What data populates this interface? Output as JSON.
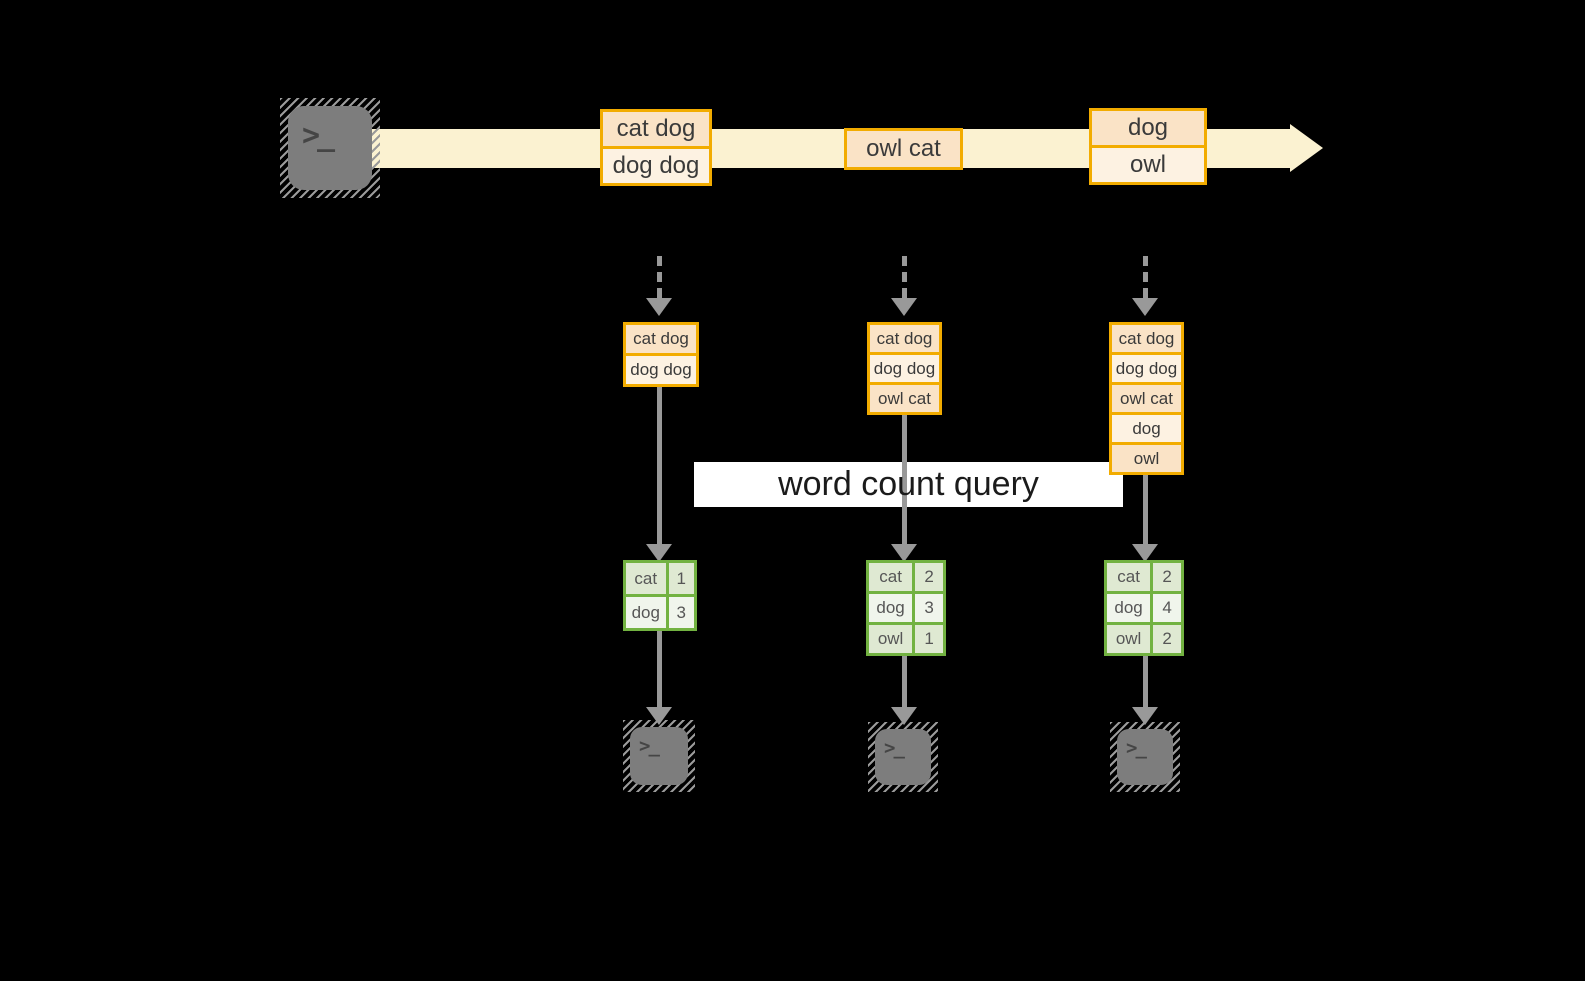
{
  "query_label": "word count query",
  "terminal_prompt": ">_",
  "stream": {
    "events": [
      {
        "lines": [
          "cat dog",
          "dog dog"
        ]
      },
      {
        "lines": [
          "owl cat"
        ]
      },
      {
        "lines": [
          "dog",
          "owl"
        ]
      }
    ]
  },
  "state_buffers": [
    [
      "cat dog",
      "dog dog"
    ],
    [
      "cat dog",
      "dog dog",
      "owl cat"
    ],
    [
      "cat dog",
      "dog dog",
      "owl cat",
      "dog",
      "owl"
    ]
  ],
  "count_tables": [
    {
      "rows": [
        {
          "word": "cat",
          "count": "1"
        },
        {
          "word": "dog",
          "count": "3"
        }
      ]
    },
    {
      "rows": [
        {
          "word": "cat",
          "count": "2"
        },
        {
          "word": "dog",
          "count": "3"
        },
        {
          "word": "owl",
          "count": "1"
        }
      ]
    },
    {
      "rows": [
        {
          "word": "cat",
          "count": "2"
        },
        {
          "word": "dog",
          "count": "4"
        },
        {
          "word": "owl",
          "count": "2"
        }
      ]
    }
  ],
  "colors": {
    "background": "#000000",
    "stream_fill": "#FBF2D1",
    "amber_border": "#F2AC00",
    "event_cell_dark": "#FAE3C6",
    "event_cell_light": "#FDF2E2",
    "green_border": "#72B241",
    "green_row_dark": "#DFE9D2",
    "green_row_light": "#F0F5EC",
    "arrow_gray": "#999999",
    "terminal_gray": "#7D7D7D",
    "label_bg": "#FFFFFF"
  }
}
